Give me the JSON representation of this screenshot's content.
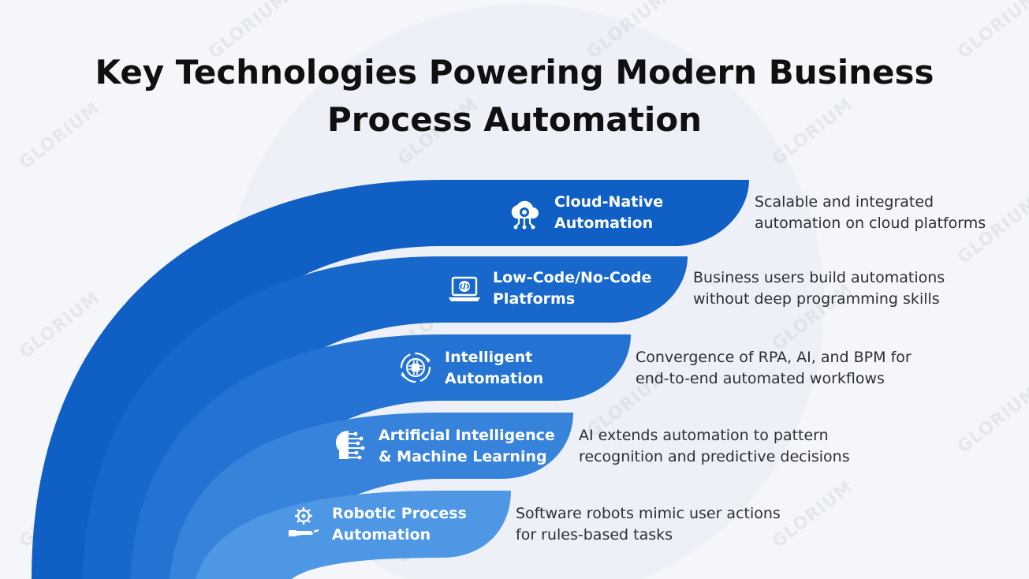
{
  "title_lines": [
    "Key Technologies Powering Modern Business",
    "Process Automation"
  ],
  "watermark": "GLORIUM",
  "layers": [
    {
      "label_lines": [
        "Cloud-Native",
        "Automation"
      ],
      "icon": "cloud-gear-icon",
      "color": "#0f5fc5",
      "description_lines": [
        "Scalable and integrated",
        "automation on cloud platforms"
      ]
    },
    {
      "label_lines": [
        "Low-Code/No-Code",
        "Platforms"
      ],
      "icon": "laptop-code-icon",
      "color": "#1868cb",
      "description_lines": [
        "Business users build automations",
        "without deep programming skills"
      ]
    },
    {
      "label_lines": [
        "Intelligent",
        "Automation"
      ],
      "icon": "cycle-chip-icon",
      "color": "#2473d3",
      "description_lines": [
        "Convergence of RPA, AI, and BPM for",
        "end-to-end automated workflows"
      ]
    },
    {
      "label_lines": [
        "Artificial Intelligence",
        "& Machine Learning"
      ],
      "icon": "ai-head-icon",
      "color": "#3783dc",
      "description_lines": [
        "AI extends automation to pattern",
        "recognition and predictive decisions"
      ]
    },
    {
      "label_lines": [
        "Robotic Process",
        "Automation"
      ],
      "icon": "robot-gear-icon",
      "color": "#4e97e4",
      "description_lines": [
        "Software robots mimic user actions",
        "for rules-based tasks"
      ]
    }
  ]
}
